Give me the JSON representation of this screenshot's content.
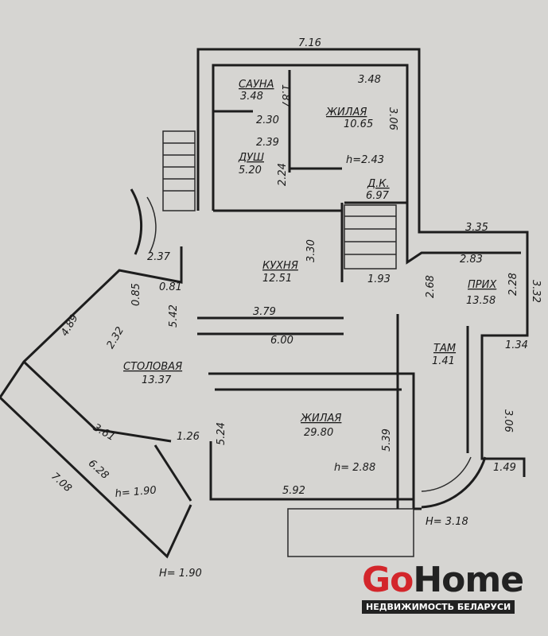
{
  "rooms": {
    "sauna": {
      "name": "САУНА",
      "area": "3.48"
    },
    "bedroom_small": {
      "name": "ЖИЛАЯ",
      "area": "10.65",
      "height": "h=2.43"
    },
    "shower": {
      "name": "ДУШ",
      "area": "5.20"
    },
    "closet": {
      "name": "Д.К.",
      "area": "6.97"
    },
    "kitchen": {
      "name": "КУХНЯ",
      "area": "12.51"
    },
    "hall": {
      "name": "ПРИХ",
      "area": "13.58"
    },
    "vestibule": {
      "name": "ТАМ",
      "area": "1.41"
    },
    "dining": {
      "name": "СТОЛОВАЯ",
      "area": "13.37"
    },
    "living": {
      "name": "ЖИЛАЯ",
      "area": "29.80",
      "height": "h= 2.88"
    },
    "veranda": {
      "height": "h= 1.90"
    }
  },
  "dimensions": [
    "7.16",
    "3.48",
    "3.06",
    "1.87",
    "2.30",
    "2.39",
    "2.24",
    "3.35",
    "2.83",
    "2.28",
    "3.32",
    "2.68",
    "3.30",
    "1.93",
    "3.79",
    "6.00",
    "5.42",
    "2.37",
    "0.85",
    "0.81",
    "4.89",
    "2.32",
    "1.34",
    "3.06",
    "1.49",
    "5.39",
    "5.24",
    "1.26",
    "3.61",
    "6.28",
    "7.08",
    "5.92"
  ],
  "level_marks": {
    "bottom_left": "H= 1.90",
    "bottom_right": "H= 3.18"
  },
  "logo": {
    "go": "Go",
    "home": "Home",
    "subtitle": "НЕДВИЖИМОСТЬ БЕЛАРУСИ"
  }
}
